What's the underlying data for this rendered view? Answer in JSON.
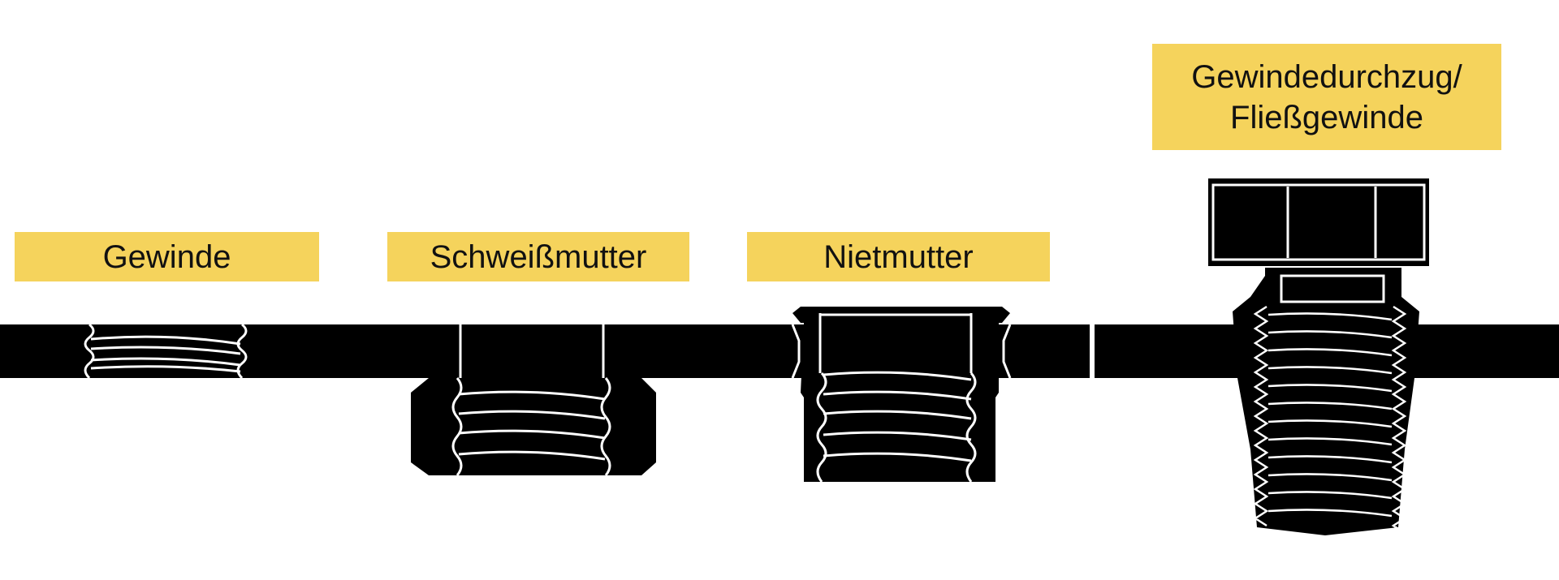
{
  "labels": {
    "thread": "Gewinde",
    "weld_nut": "Schweißmutter",
    "rivet_nut": "Nietmutter",
    "flow_thread_line1": "Gewindedurchzug/",
    "flow_thread_line2": "Fließgewinde"
  },
  "colors": {
    "label_background": "#F5D35C",
    "shape_fill": "#000000",
    "thread_line": "#ffffff"
  }
}
